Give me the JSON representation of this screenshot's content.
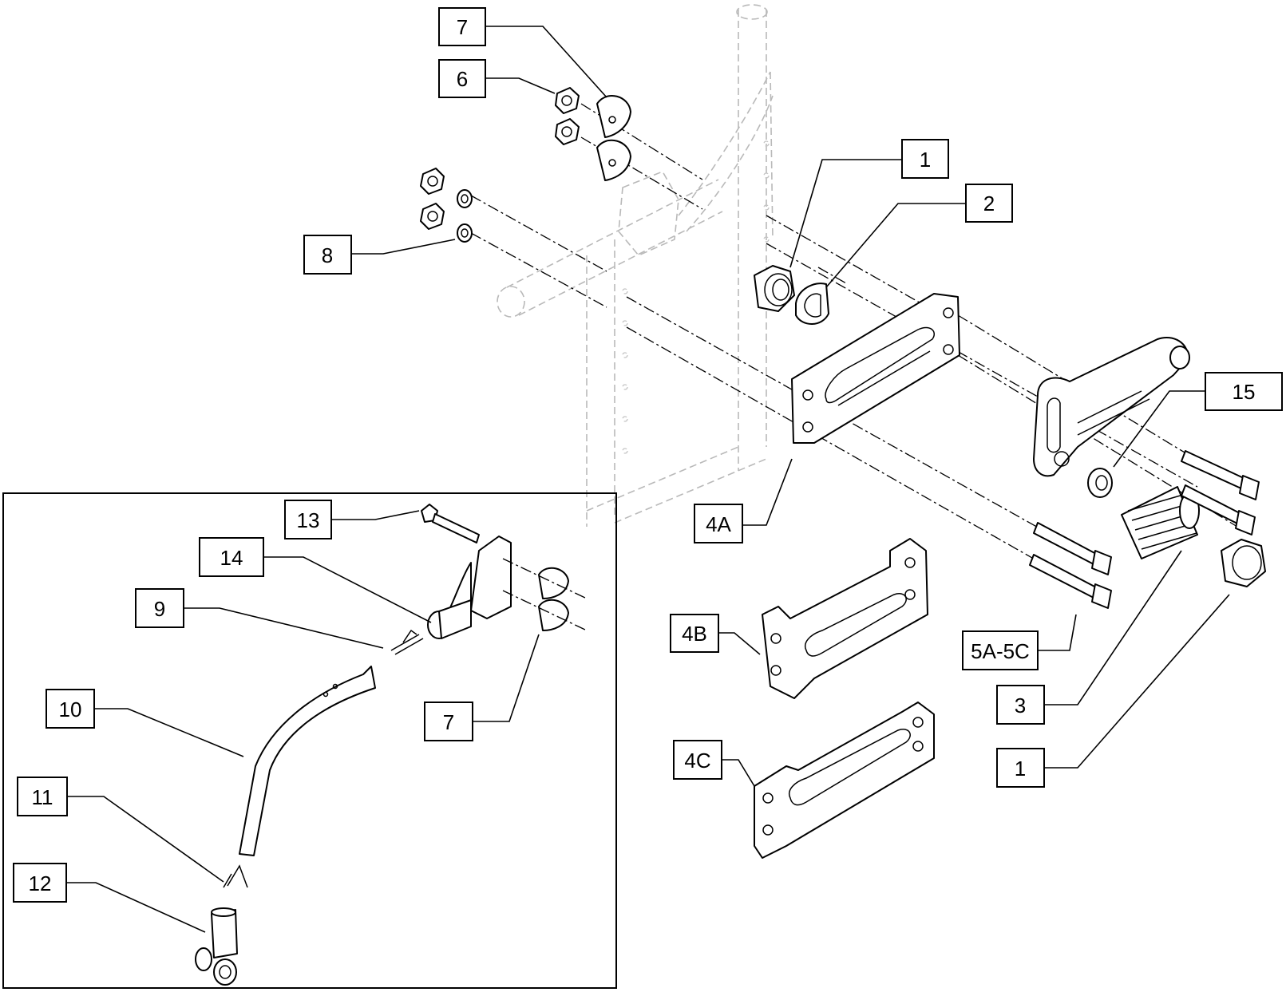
{
  "callouts": {
    "c1_top": "1",
    "c2": "2",
    "c3": "3",
    "c4a": "4A",
    "c4b": "4B",
    "c4c": "4C",
    "c5": "5A-5C",
    "c6": "6",
    "c7_top": "7",
    "c7_inset": "7",
    "c8": "8",
    "c9": "9",
    "c10": "10",
    "c11": "11",
    "c12": "12",
    "c13": "13",
    "c14": "14",
    "c15": "15",
    "c1_bottom": "1"
  },
  "colors": {
    "line": "#000000",
    "ghost_frame": "#b9b9b9",
    "background": "#ffffff"
  }
}
